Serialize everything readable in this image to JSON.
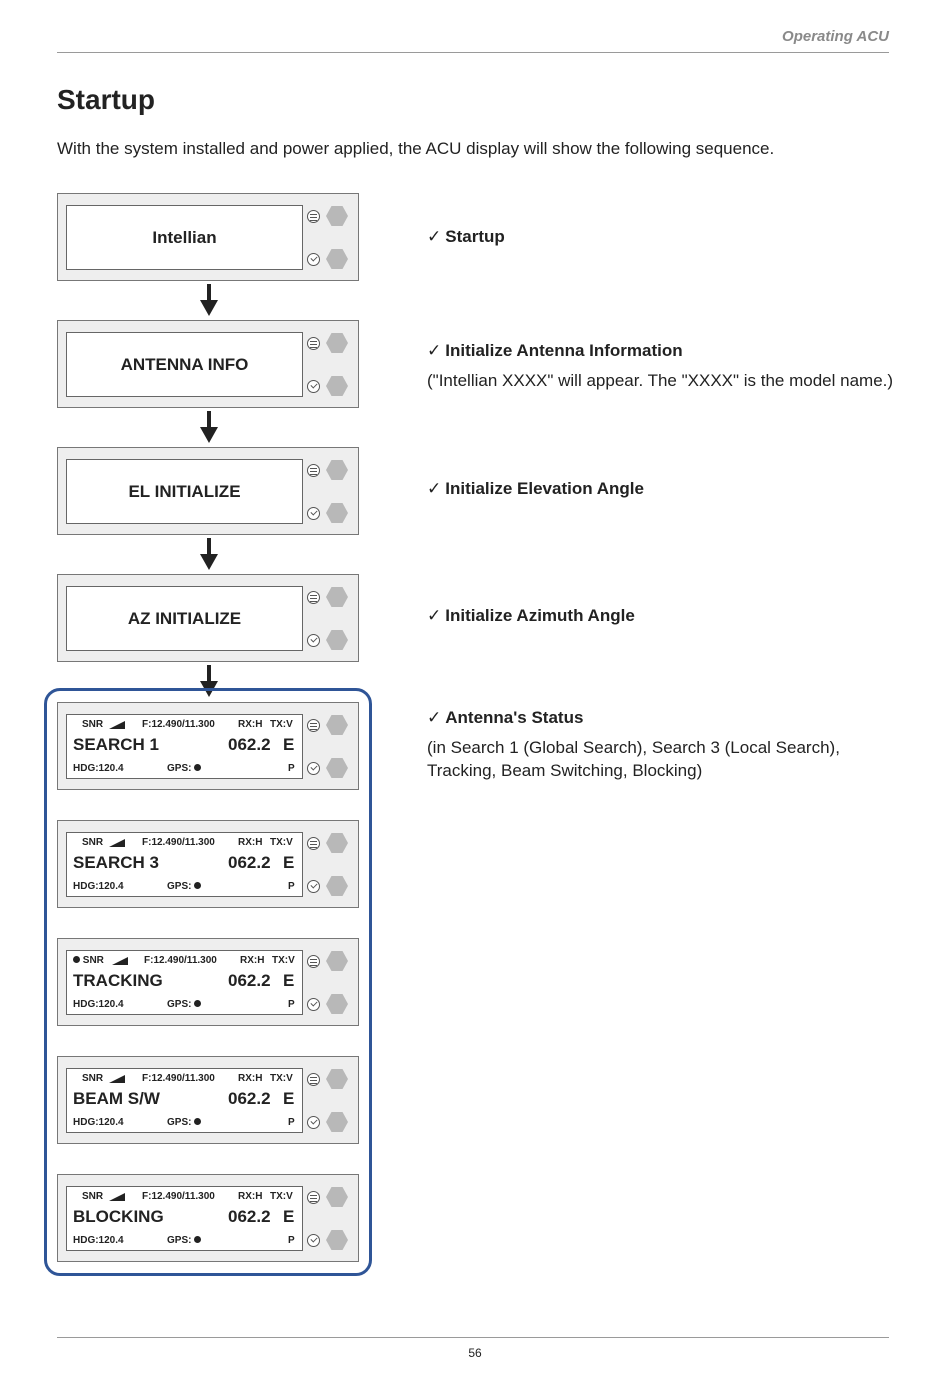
{
  "header": {
    "section": "Operating ACU"
  },
  "title": "Startup",
  "intro": "With the system installed and power applied, the ACU display will show the following sequence.",
  "startup_screens": [
    "Intellian",
    "ANTENNA INFO",
    "EL INITIALIZE",
    "AZ INITIALIZE"
  ],
  "status_screen": {
    "snr": "SNR",
    "freq": "F:12.490/11.300",
    "rx": "RX:H",
    "tx": "TX:V",
    "angle": "062.2",
    "dir": "E",
    "hdg": "HDG:120.4",
    "gps": "GPS:",
    "p": "P",
    "modes": [
      "SEARCH 1",
      "SEARCH 3",
      "TRACKING",
      "BEAM S/W",
      "BLOCKING"
    ]
  },
  "descriptions": [
    {
      "check": "✓",
      "title": "Startup"
    },
    {
      "check": "✓",
      "title": "Initialize Antenna Information",
      "note": "(\"Intellian XXXX\" will appear. The \"XXXX\" is the model name.)"
    },
    {
      "check": "✓",
      "title": "Initialize Elevation Angle"
    },
    {
      "check": "✓",
      "title": "Initialize Azimuth Angle"
    },
    {
      "check": "✓",
      "title": "Antenna's Status",
      "note": "(in Search 1 (Global Search), Search 3 (Local Search), Tracking, Beam Switching, Blocking)"
    }
  ],
  "footer": {
    "page_number": "56"
  },
  "colors": {
    "frame": "#2f5597",
    "panel": "#eeeeee",
    "button": "#b8b8b8"
  }
}
